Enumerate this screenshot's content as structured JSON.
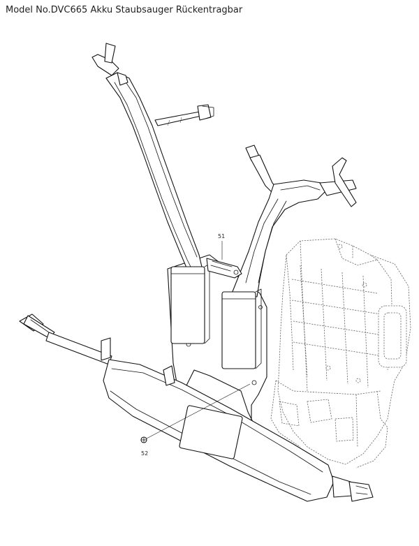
{
  "header": {
    "title": "Model No.DVC665 Akku Staubsauger Rückentragbar"
  },
  "callouts": {
    "part_51": "51",
    "part_52": "52"
  }
}
